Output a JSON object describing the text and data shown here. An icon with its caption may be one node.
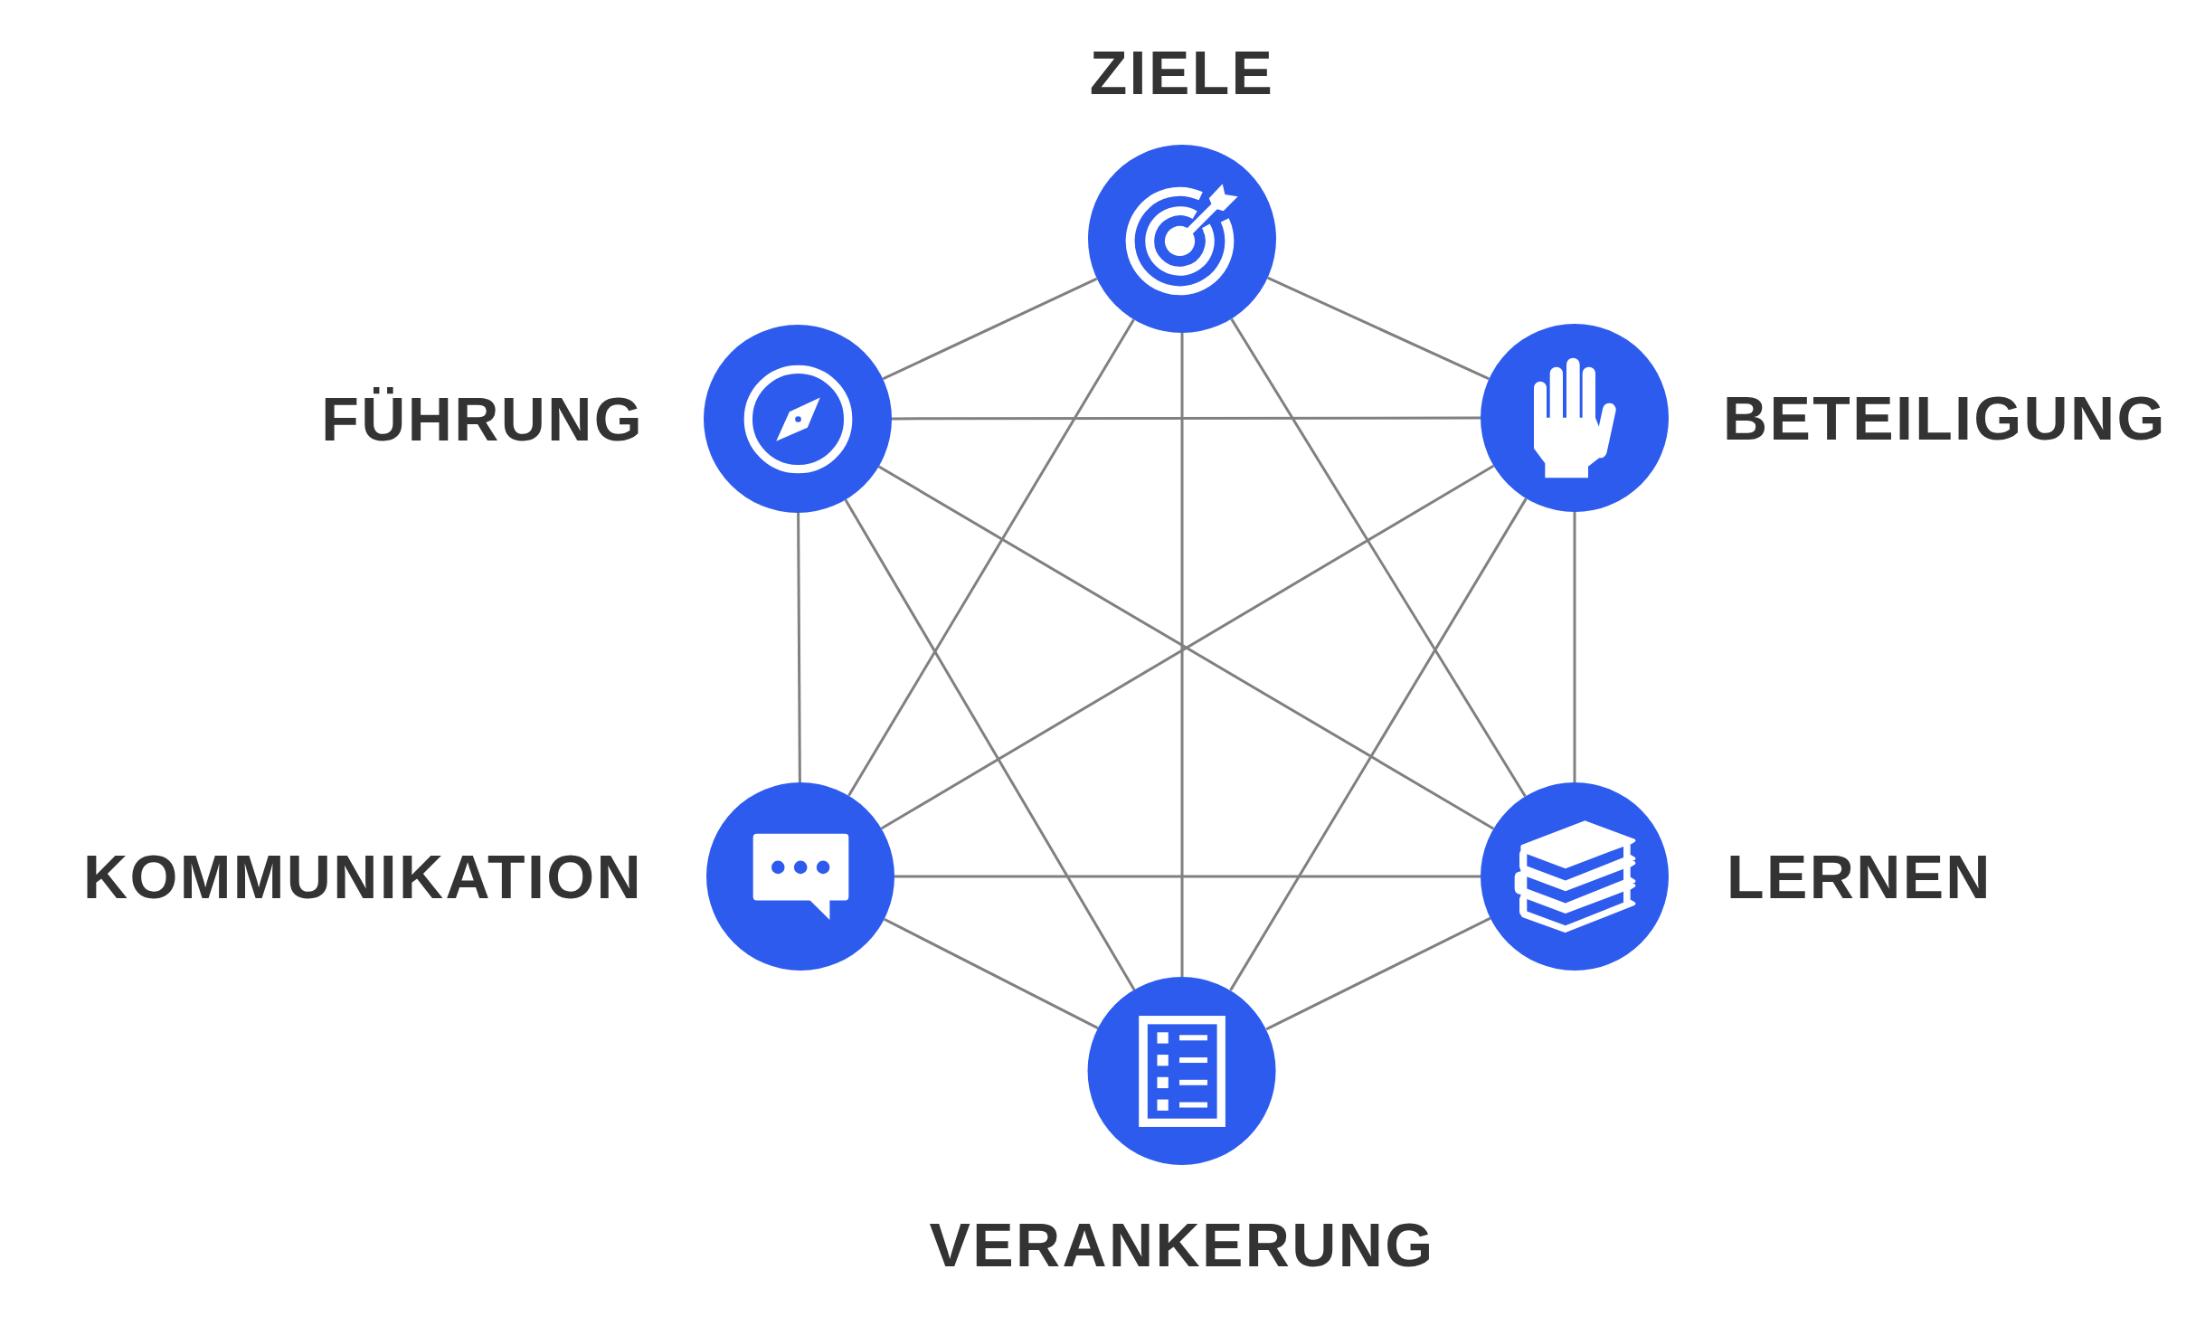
{
  "diagram": {
    "nodes": [
      {
        "text": [
          "ZIELE"
        ]
      },
      {
        "text": [
          "FÜHRUNG"
        ]
      },
      {
        "text": [
          "BETEILIGUNG"
        ]
      },
      {
        "text": [
          "KOMMUNIKATION"
        ]
      },
      {
        "text": [
          "LERNEN"
        ]
      },
      {
        "text": [
          "VERANKERUNG"
        ]
      }
    ],
    "edges": [
      {
        "from": 0,
        "to": 1,
        "arrow": "none"
      },
      {
        "from": 0,
        "to": 2,
        "arrow": "none"
      },
      {
        "from": 0,
        "to": 3,
        "arrow": "none"
      },
      {
        "from": 0,
        "to": 4,
        "arrow": "none"
      },
      {
        "from": 0,
        "to": 5,
        "arrow": "none"
      },
      {
        "from": 1,
        "to": 2,
        "arrow": "none"
      },
      {
        "from": 1,
        "to": 3,
        "arrow": "none"
      },
      {
        "from": 1,
        "to": 4,
        "arrow": "none"
      },
      {
        "from": 1,
        "to": 5,
        "arrow": "none"
      },
      {
        "from": 2,
        "to": 3,
        "arrow": "none"
      },
      {
        "from": 2,
        "to": 4,
        "arrow": "none"
      },
      {
        "from": 2,
        "to": 5,
        "arrow": "none"
      },
      {
        "from": 3,
        "to": 4,
        "arrow": "none"
      },
      {
        "from": 3,
        "to": 5,
        "arrow": "none"
      },
      {
        "from": 4,
        "to": 5,
        "arrow": "none"
      }
    ]
  }
}
